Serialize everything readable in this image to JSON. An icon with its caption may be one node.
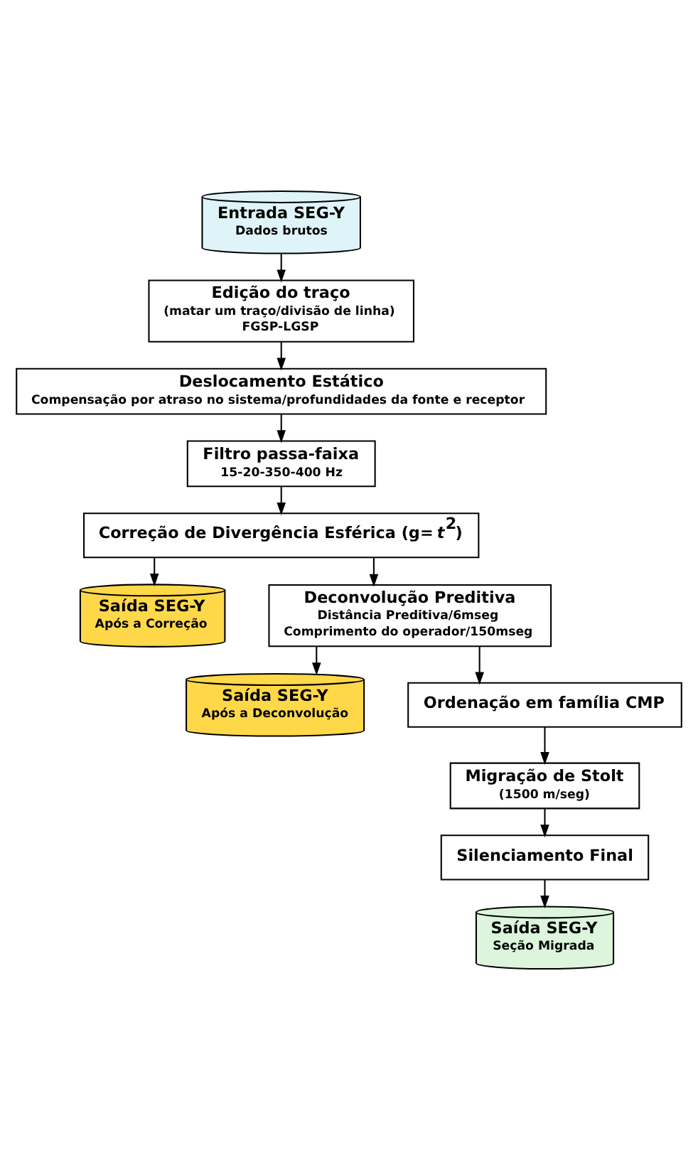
{
  "diagram": {
    "nodes": [
      {
        "text": [
          "Entrada SEG-Y",
          "Dados brutos"
        ]
      },
      {
        "text": [
          "Edição do traço",
          "(matar um traço/divisão de linha)",
          "FGSP-LGSP"
        ]
      },
      {
        "text": [
          "Deslocamento Estático",
          "Compensação por atraso no sistema/profundidades da fonte e receptor"
        ]
      },
      {
        "text": [
          "Filtro passa-faixa",
          "15-20-350-400 Hz"
        ]
      },
      {
        "text": [
          "Correção de Divergência Esférica (g=*t*$^{2}$)"
        ]
      },
      {
        "text": [
          "Saída SEG-Y",
          "Após a Correção"
        ]
      },
      {
        "text": [
          "Deconvolução Preditiva",
          "Distância Preditiva/6mseg",
          "Comprimento do operador/150mseg"
        ]
      },
      {
        "text": [
          "Saída SEG-Y",
          "Após a Deconvolução"
        ]
      },
      {
        "text": [
          "Ordenação em família CMP"
        ]
      },
      {
        "text": [
          "Migração de Stolt",
          "(1500 m/seg)"
        ]
      },
      {
        "text": [
          "Silenciamento Final"
        ]
      },
      {
        "text": [
          "Saída SEG-Y",
          "Seção Migrada"
        ]
      }
    ],
    "edges": [
      {
        "from": 0,
        "to": 1,
        "arrow": "to"
      },
      {
        "from": 1,
        "to": 2,
        "arrow": "to"
      },
      {
        "from": 2,
        "to": 3,
        "arrow": "to"
      },
      {
        "from": 3,
        "to": 4,
        "arrow": "to"
      },
      {
        "from": 4,
        "to": 6,
        "arrow": "to"
      },
      {
        "from": 4,
        "to": 5,
        "arrow": "to"
      },
      {
        "from": 6,
        "to": 8,
        "arrow": "to"
      },
      {
        "from": 6,
        "to": 7,
        "arrow": "to"
      },
      {
        "from": 8,
        "to": 9,
        "arrow": "to"
      },
      {
        "from": 9,
        "to": 10,
        "arrow": "to"
      },
      {
        "from": 10,
        "to": 11,
        "arrow": "to"
      }
    ]
  }
}
